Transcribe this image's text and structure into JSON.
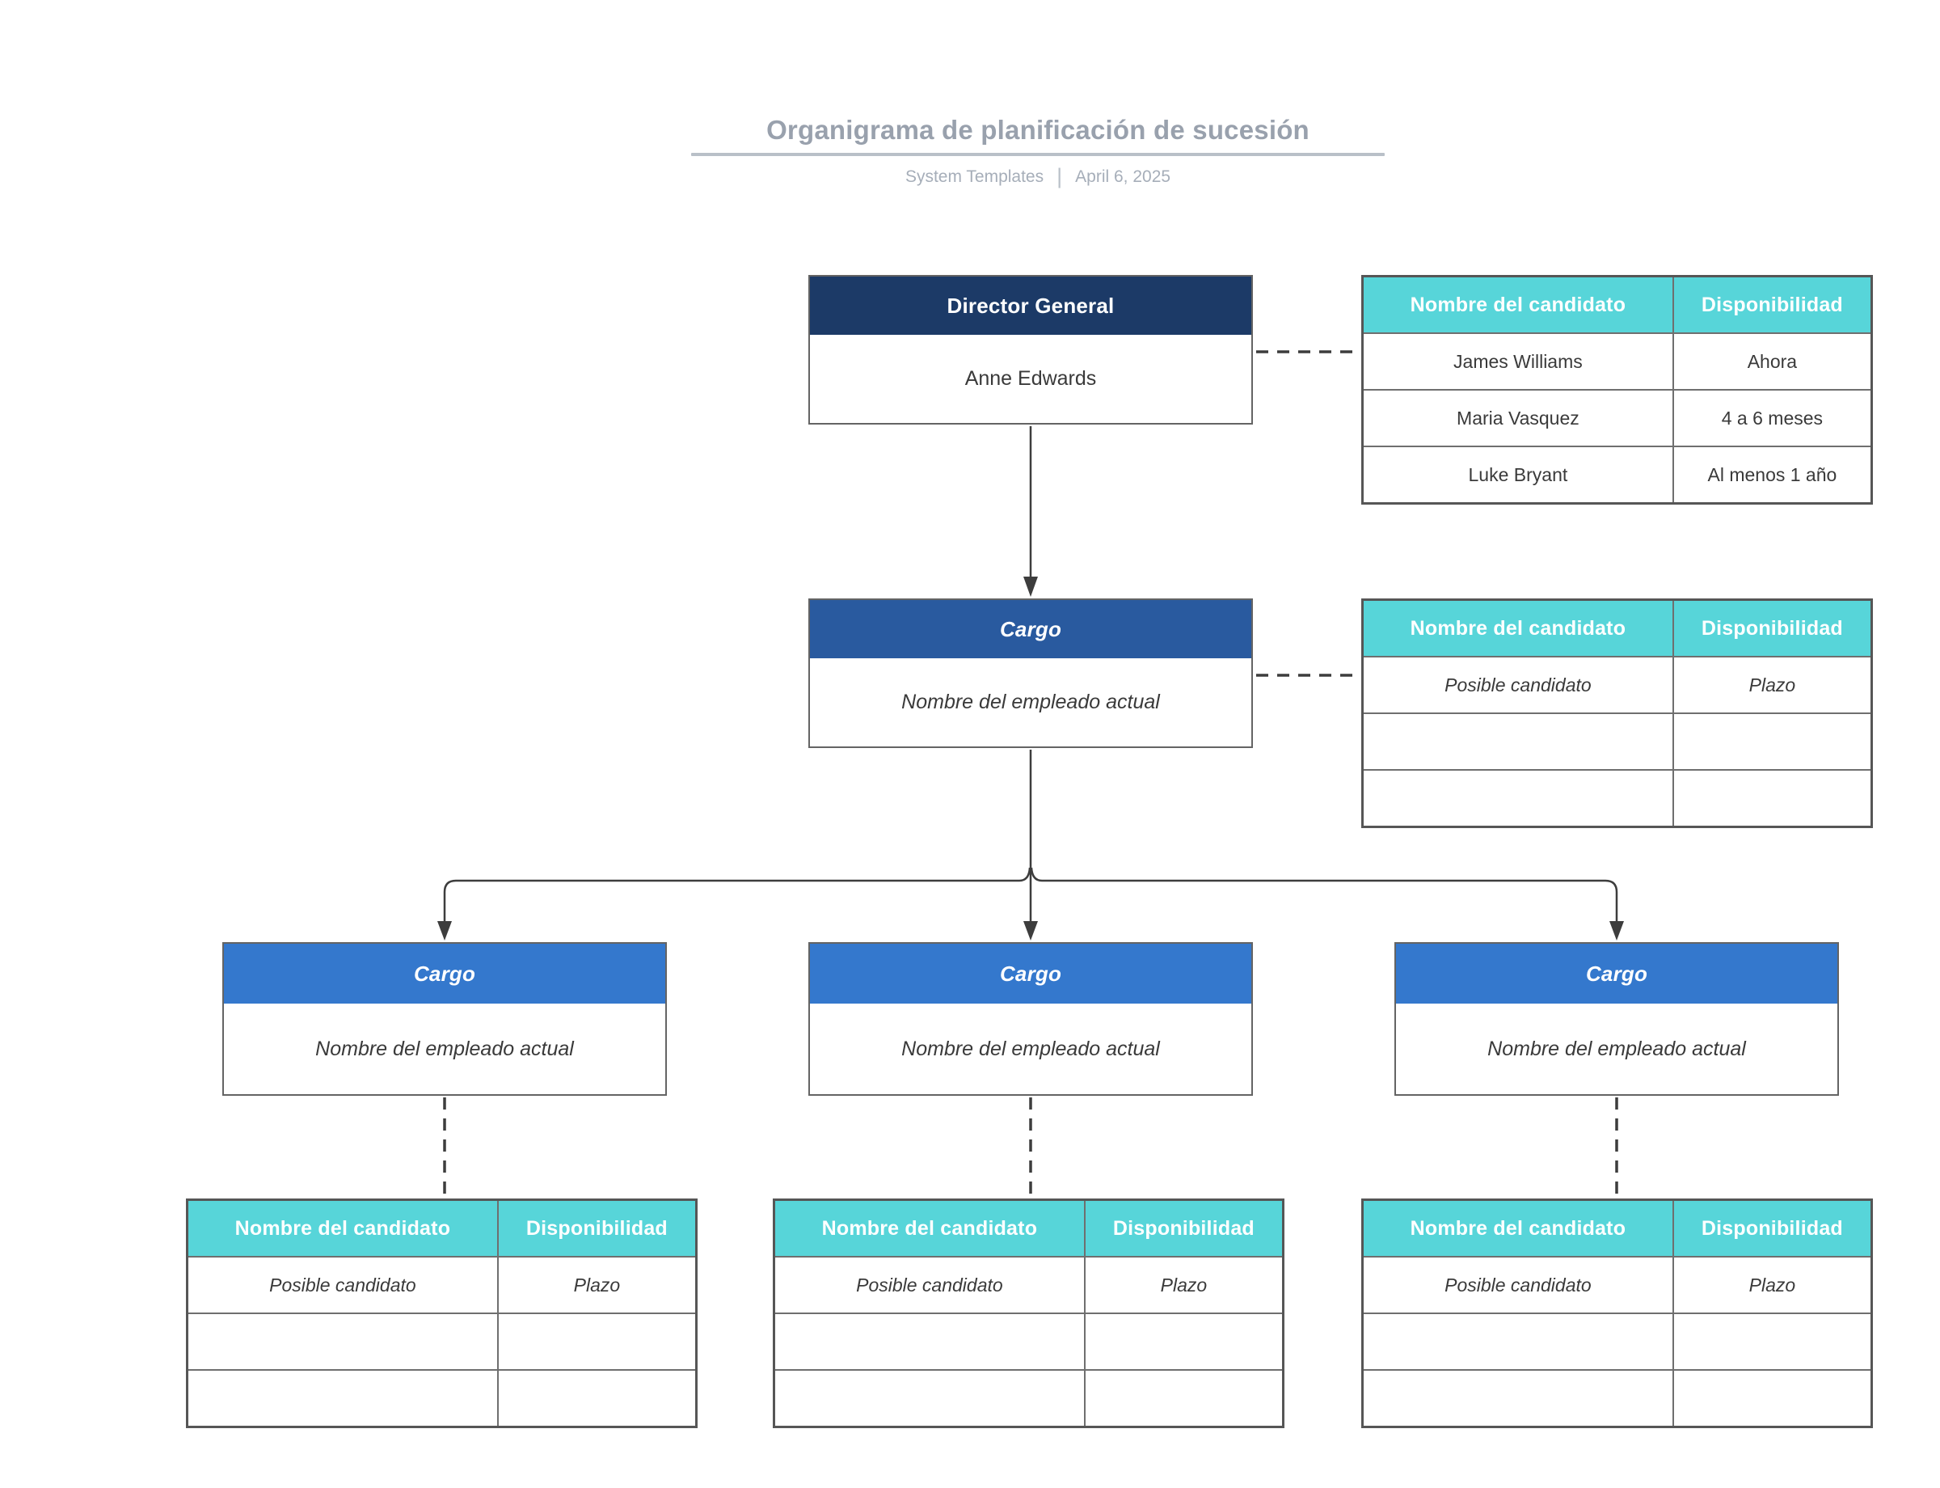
{
  "header": {
    "title": "Organigrama de planificación de sucesión",
    "byline": "System Templates",
    "separator": "|",
    "date": "April 6, 2025"
  },
  "org": {
    "level1": {
      "title": "Director General",
      "employee": "Anne Edwards"
    },
    "level2": {
      "title": "Cargo",
      "employee": "Nombre del empleado actual"
    },
    "level3": [
      {
        "title": "Cargo",
        "employee": "Nombre del empleado actual"
      },
      {
        "title": "Cargo",
        "employee": "Nombre del empleado actual"
      },
      {
        "title": "Cargo",
        "employee": "Nombre del empleado actual"
      }
    ]
  },
  "tables": {
    "headers": {
      "name": "Nombre del candidato",
      "availability": "Disponibilidad"
    },
    "director": {
      "rows": [
        {
          "name": "James Williams",
          "availability": "Ahora"
        },
        {
          "name": "Maria Vasquez",
          "availability": "4 a 6 meses"
        },
        {
          "name": "Luke Bryant",
          "availability": "Al menos 1 año"
        }
      ]
    },
    "level2": {
      "rows": [
        {
          "name": "Posible candidato",
          "availability": "Plazo"
        },
        {
          "name": "",
          "availability": ""
        },
        {
          "name": "",
          "availability": ""
        }
      ]
    },
    "branch1": {
      "rows": [
        {
          "name": "Posible candidato",
          "availability": "Plazo"
        },
        {
          "name": "",
          "availability": ""
        },
        {
          "name": "",
          "availability": ""
        }
      ]
    },
    "branch2": {
      "rows": [
        {
          "name": "Posible candidato",
          "availability": "Plazo"
        },
        {
          "name": "",
          "availability": ""
        },
        {
          "name": "",
          "availability": ""
        }
      ]
    },
    "branch3": {
      "rows": [
        {
          "name": "Posible candidato",
          "availability": "Plazo"
        },
        {
          "name": "",
          "availability": ""
        },
        {
          "name": "",
          "availability": ""
        }
      ]
    }
  },
  "colors": {
    "navy": "#1c3a67",
    "blue_mid": "#295a9f",
    "blue_light": "#3478cd",
    "teal": "#57d5d9",
    "line": "#3d3d3d",
    "shape_border": "#646464",
    "table_border_outer": "#565656",
    "table_border_inner": "#6f6f6f",
    "text_dark": "#3a3a3a",
    "title_gray": "#99a1ad",
    "subtitle_gray": "#a6aeb9",
    "rule_gray": "#b9c0c8"
  }
}
